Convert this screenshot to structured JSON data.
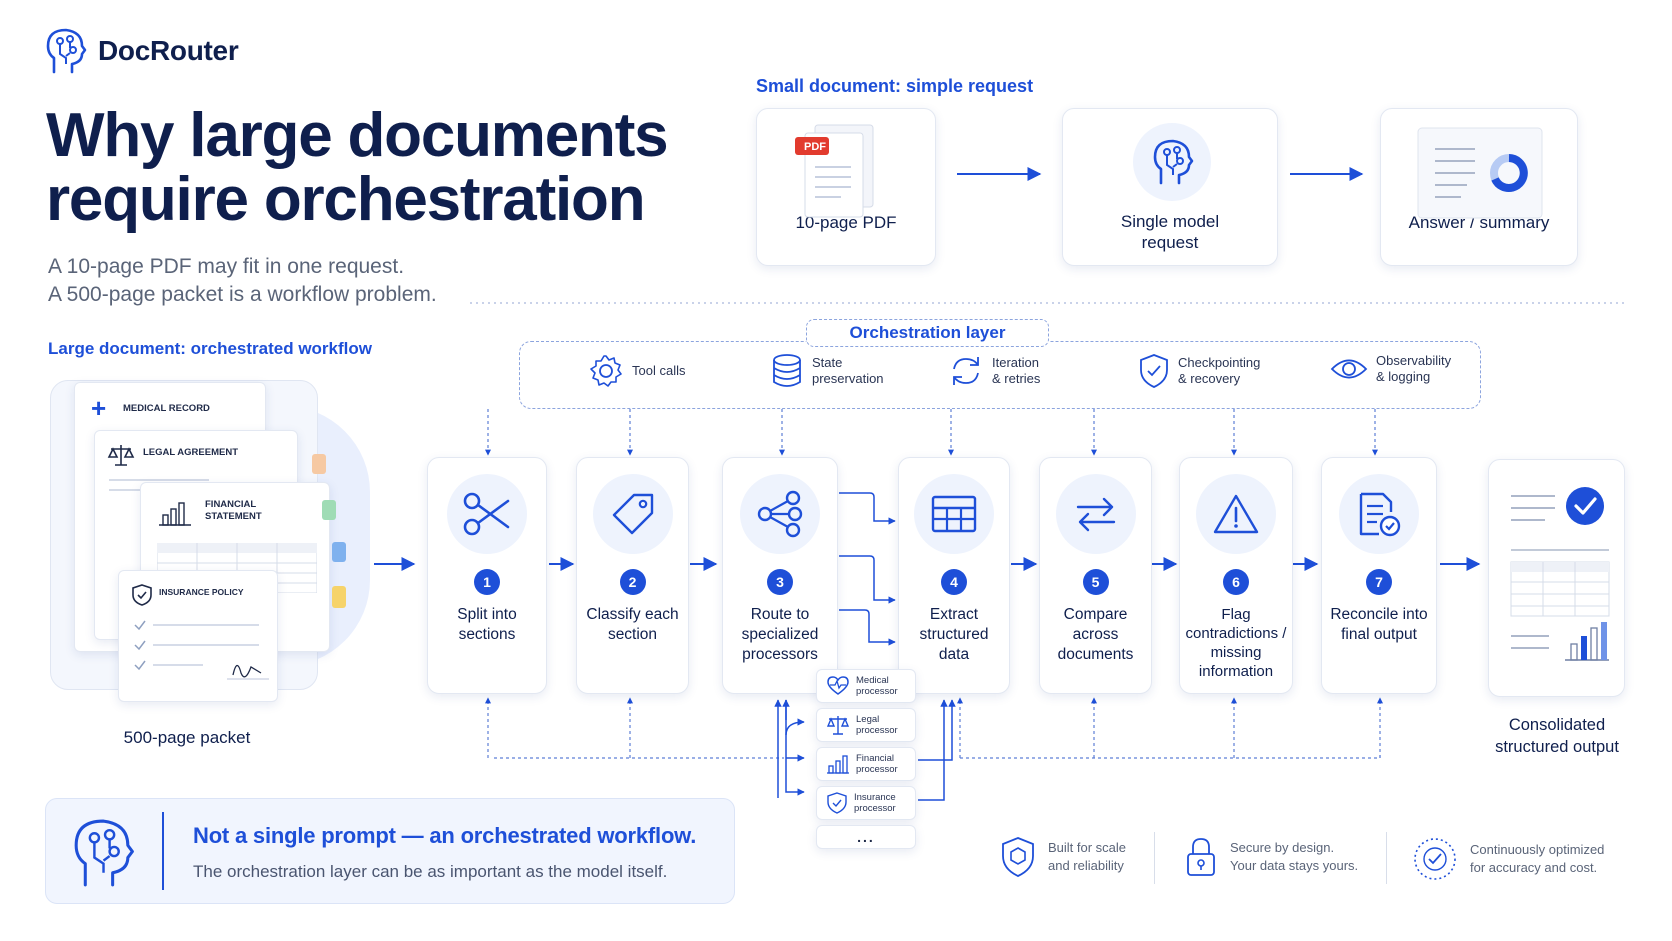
{
  "brand": {
    "name": "DocRouter"
  },
  "headline": {
    "line1": "Why large documents",
    "line2": "require orchestration"
  },
  "subtext": {
    "line1": "A 10-page PDF may fit in one request.",
    "line2": "A 500-page packet is a workflow problem."
  },
  "small_flow": {
    "label": "Small document: simple request",
    "pdf_badge": "PDF",
    "pdf_label": "10-page PDF",
    "model_label_line1": "Single model",
    "model_label_line2": "request",
    "answer_label": "Answer / summary"
  },
  "large_flow": {
    "label": "Large document: orchestrated workflow",
    "packet_label": "500-page packet",
    "doc_titles": {
      "medical": "MEDICAL RECORD",
      "legal": "LEGAL AGREEMENT",
      "financial_line1": "FINANCIAL",
      "financial_line2": "STATEMENT",
      "insurance": "INSURANCE POLICY"
    }
  },
  "orchestration": {
    "title": "Orchestration layer",
    "items": [
      {
        "icon": "gear-icon",
        "line1": "Tool calls",
        "line2": ""
      },
      {
        "icon": "database-icon",
        "line1": "State",
        "line2": "preservation"
      },
      {
        "icon": "refresh-icon",
        "line1": "Iteration",
        "line2": "& retries"
      },
      {
        "icon": "shield-check-icon",
        "line1": "Checkpointing",
        "line2": "& recovery"
      },
      {
        "icon": "eye-icon",
        "line1": "Observability",
        "line2": "& logging"
      }
    ]
  },
  "steps": [
    {
      "num": "1",
      "icon": "scissors-icon",
      "lines": [
        "Split into",
        "sections"
      ]
    },
    {
      "num": "2",
      "icon": "tag-icon",
      "lines": [
        "Classify each",
        "section"
      ]
    },
    {
      "num": "3",
      "icon": "share-icon",
      "lines": [
        "Route to",
        "specialized",
        "processors"
      ]
    },
    {
      "num": "4",
      "icon": "table-icon",
      "lines": [
        "Extract",
        "structured",
        "data"
      ]
    },
    {
      "num": "5",
      "icon": "swap-arrows-icon",
      "lines": [
        "Compare",
        "across",
        "documents"
      ]
    },
    {
      "num": "6",
      "icon": "warning-icon",
      "lines": [
        "Flag",
        "contradictions /",
        "missing",
        "information"
      ]
    },
    {
      "num": "7",
      "icon": "document-check-icon",
      "lines": [
        "Reconcile into",
        "final output"
      ]
    }
  ],
  "processors": [
    {
      "icon": "heart-pulse-icon",
      "line1": "Medical",
      "line2": "processor"
    },
    {
      "icon": "scales-icon",
      "line1": "Legal",
      "line2": "processor"
    },
    {
      "icon": "bar-chart-icon",
      "line1": "Financial",
      "line2": "processor"
    },
    {
      "icon": "shield-check-icon",
      "line1": "Insurance",
      "line2": "processor"
    },
    {
      "icon": "more-icon",
      "line1": "...",
      "line2": ""
    }
  ],
  "output": {
    "line1": "Consolidated",
    "line2": "structured output"
  },
  "note": {
    "headline": "Not a single prompt — an orchestrated workflow.",
    "body": "The orchestration layer can be as important as the model itself."
  },
  "features": [
    {
      "icon": "shield-icon",
      "line1": "Built for scale",
      "line2": "and reliability"
    },
    {
      "icon": "lock-icon",
      "line1": "Secure by design.",
      "line2": "Your data stays yours."
    },
    {
      "icon": "target-check-icon",
      "line1": "Continuously optimized",
      "line2": "for accuracy and cost."
    }
  ],
  "colors": {
    "accent": "#1e4fd8",
    "navy": "#0f1f4d",
    "muted": "#5a6478",
    "light": "#eef3fd"
  }
}
